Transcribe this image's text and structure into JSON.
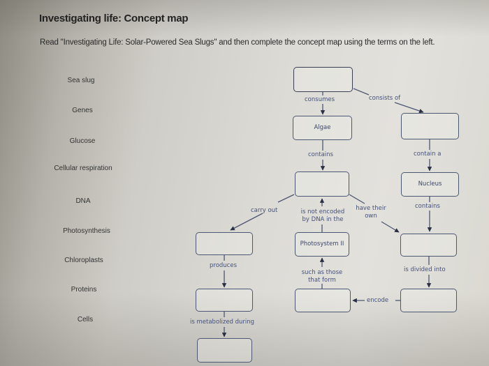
{
  "header": {
    "title": "Investigating life: Concept map",
    "instructions": "Read \"Investigating Life: Solar-Powered Sea Slugs\" and then complete the concept map using the terms on the left."
  },
  "terms": [
    {
      "label": "Sea slug"
    },
    {
      "label": "Genes"
    },
    {
      "label": "Glucose"
    },
    {
      "label": "Cellular respiration"
    },
    {
      "label": "DNA"
    },
    {
      "label": "Photosynthesis"
    },
    {
      "label": "Chloroplasts"
    },
    {
      "label": "Proteins"
    },
    {
      "label": "Cells"
    }
  ],
  "concept_map": {
    "boxes": {
      "top": "",
      "algae": "Algae",
      "right_top": "",
      "nucleus": "Nucleus",
      "middle": "",
      "left_mid": "",
      "photosystem": "Photosystem II",
      "right_mid": "",
      "left_low": "",
      "center_low": "",
      "right_low": "",
      "bottom": ""
    },
    "links": {
      "consumes": "consumes",
      "consists_of": "consists of",
      "contains_1": "contains",
      "contain_a": "contain a",
      "contains_2": "contains",
      "carry_out": "carry out",
      "not_encoded": "is not encoded by DNA in the",
      "have_their_own": "have their own",
      "produces": "produces",
      "such_as": "such as those that form",
      "divided_into": "is divided into",
      "encode": "encode",
      "metabolized": "is metabolized during"
    }
  }
}
